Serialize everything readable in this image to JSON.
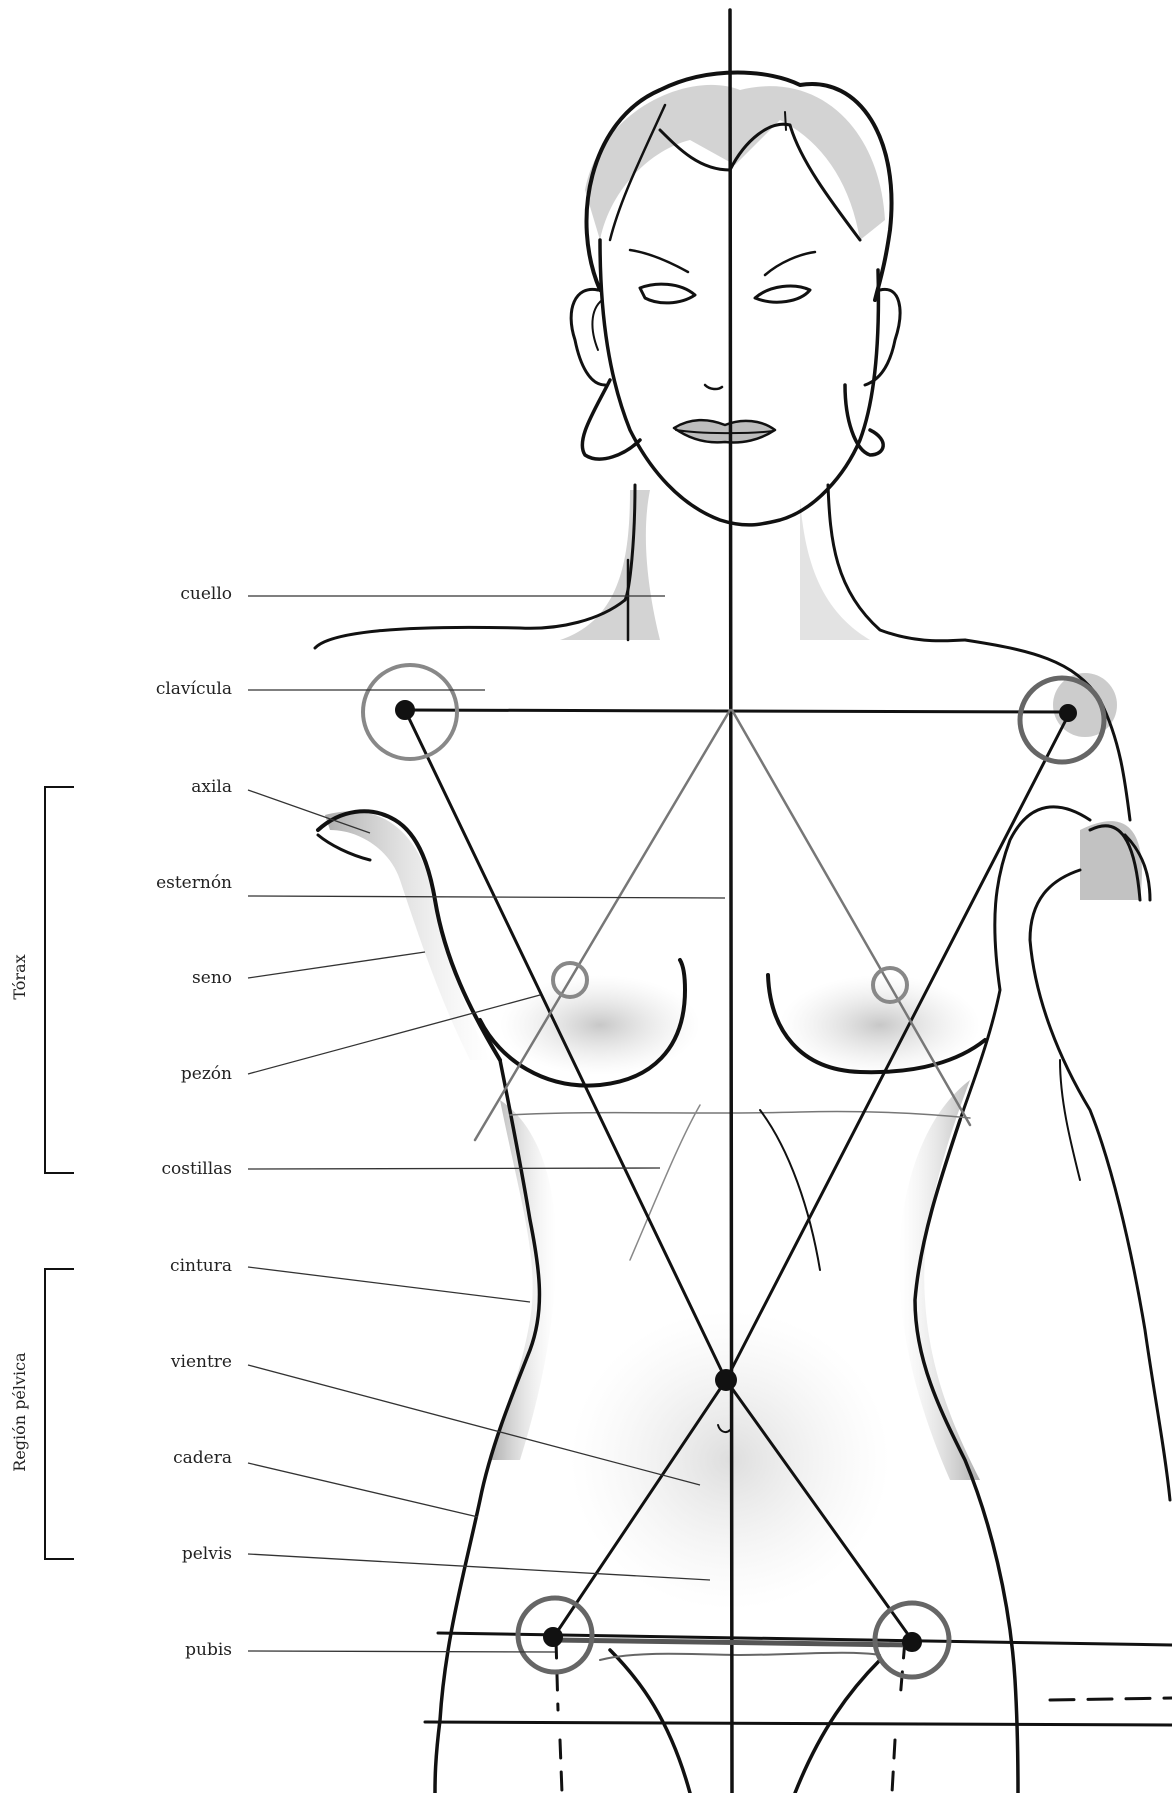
{
  "labels": {
    "cuello": "cuello",
    "clavicula": "clavícula",
    "axila": "axila",
    "esternon": "esternón",
    "seno": "seno",
    "pezon": "pezón",
    "costillas": "costillas",
    "cintura": "cintura",
    "vientre": "vientre",
    "cadera": "cadera",
    "pelvis": "pelvis",
    "pubis": "pubis"
  },
  "groups": {
    "torax": "Tórax",
    "region_pelvica": "Región pélvica"
  }
}
